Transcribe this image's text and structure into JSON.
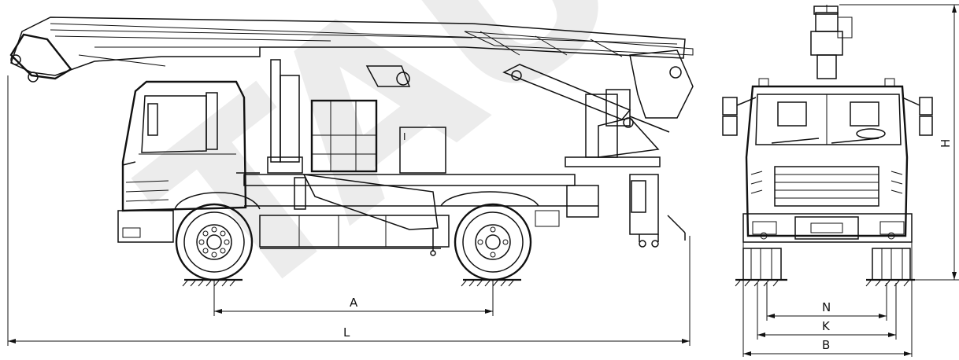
{
  "watermark": "TAUTO",
  "dimensions": {
    "A": "A",
    "L": "L",
    "N": "N",
    "K": "K",
    "B": "B",
    "H": "H"
  },
  "cab_label": "I"
}
